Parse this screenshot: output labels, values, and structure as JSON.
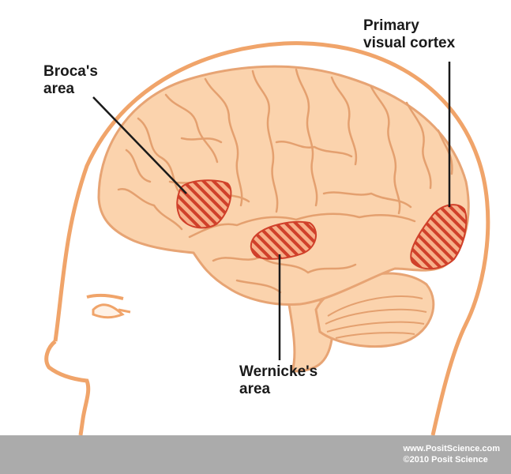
{
  "labels": {
    "broca": [
      "Broca's",
      "area"
    ],
    "visual": [
      "Primary",
      "visual cortex"
    ],
    "wernicke": [
      "Wernicke's",
      "area"
    ]
  },
  "footer": {
    "url": "www.PositScience.com",
    "copyright": "©2010 Posit Science"
  },
  "colors": {
    "outline": "#f0a46a",
    "brain": "#fbd3ad",
    "brain_stroke": "#e7a474",
    "gyri": "#e4a06f",
    "hatch": "#d0402a",
    "leader": "#1a1a1a",
    "footer": "#ababab"
  }
}
